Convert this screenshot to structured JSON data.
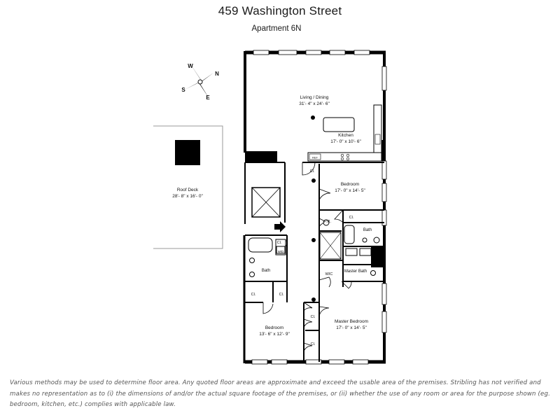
{
  "header": {
    "address": "459 Washington Street",
    "unit": "Apartment 6N"
  },
  "compass": {
    "n": "N",
    "s": "S",
    "e": "E",
    "w": "W"
  },
  "rooms": {
    "living": {
      "name": "Living / Dining",
      "dims": "31'- 4\" x 24'- 6\""
    },
    "kitchen": {
      "name": "Kitchen",
      "dims": "17'- 0\" x 10'- 6\""
    },
    "bedroom1": {
      "name": "Bedroom",
      "dims": "17'- 0\" x 14'- 5\""
    },
    "roof_deck": {
      "name": "Roof Deck",
      "dims": "28'- 8\" x 16'- 0\""
    },
    "bedroom2": {
      "name": "Bedroom",
      "dims": "13'- 6\" x 12'- 9\""
    },
    "master": {
      "name": "Master Bedroom",
      "dims": "17'- 0\" x 14'- 5\""
    },
    "master_bath": "Master Bath",
    "bath": "Bath",
    "bath2": "Bath",
    "powder": "P.R.",
    "wic": "WIC",
    "wd": "W/D",
    "ref": "REF",
    "closet": "Cl."
  },
  "disclaimer": "Various methods may be used to determine floor area. Any quoted floor areas are approximate and exceed the usable area of the premises. Stribling has not verified and makes no representation as to (i) the dimensions of and/or the actual square footage of the premises, or (ii) whether the use of any room or area for the purpose shown (eg. bedroom, kitchen, etc.) complies with applicable law."
}
